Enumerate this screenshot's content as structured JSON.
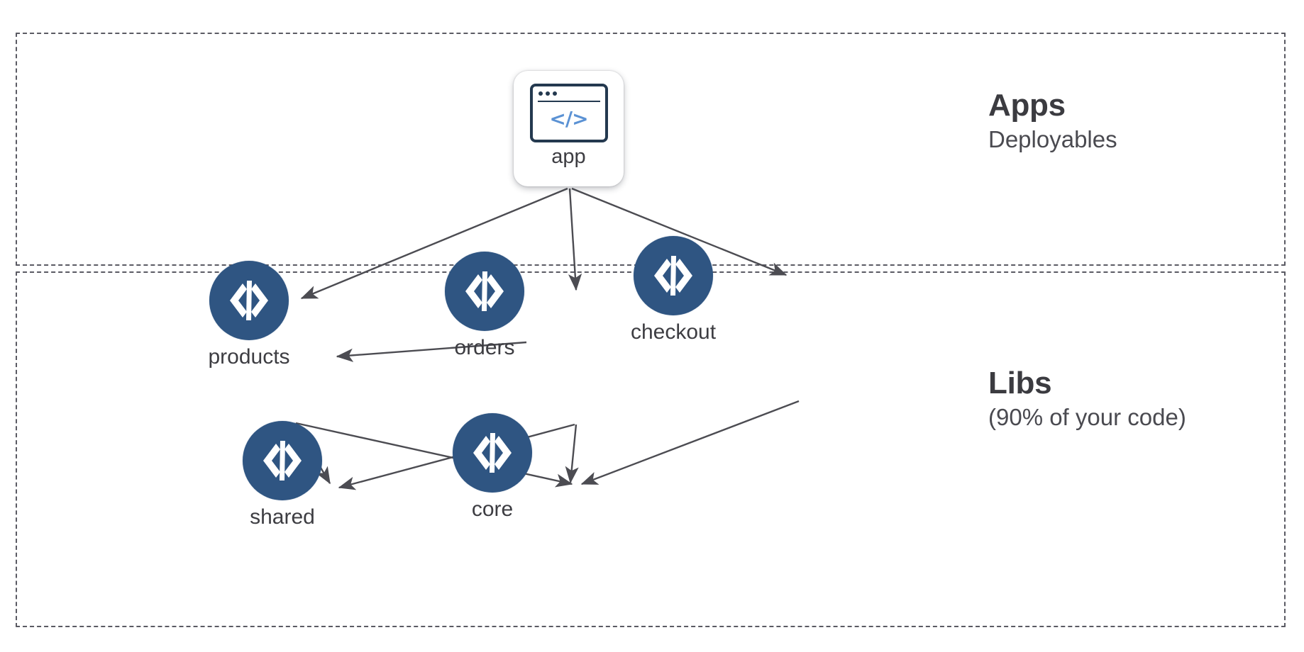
{
  "diagram": {
    "title": "Apps and Libs dependency graph",
    "colors": {
      "lib_node": "#2F5582",
      "app_code_glyph": "#5B92D4",
      "app_frame": "#24394F",
      "edge": "#4C4C52",
      "region_border": "#5A5A63",
      "text": "#3D3D42",
      "background": "#FFFFFF"
    }
  },
  "regions": [
    {
      "id": "apps",
      "title": "Apps",
      "subtitle": "Deployables"
    },
    {
      "id": "libs",
      "title": "Libs",
      "subtitle": "(90% of your code)"
    }
  ],
  "nodes": {
    "app": {
      "label": "app",
      "icon": "browser-code-icon",
      "type": "application"
    },
    "products": {
      "label": "products",
      "icon": "code-brackets-icon",
      "type": "library"
    },
    "orders": {
      "label": "orders",
      "icon": "code-brackets-icon",
      "type": "library"
    },
    "checkout": {
      "label": "checkout",
      "icon": "code-brackets-icon",
      "type": "library"
    },
    "shared": {
      "label": "shared",
      "icon": "code-brackets-icon",
      "type": "library"
    },
    "core": {
      "label": "core",
      "icon": "code-brackets-icon",
      "type": "library"
    }
  },
  "edges": [
    {
      "from": "app",
      "to": "products"
    },
    {
      "from": "app",
      "to": "orders"
    },
    {
      "from": "app",
      "to": "checkout"
    },
    {
      "from": "orders",
      "to": "products"
    },
    {
      "from": "products",
      "to": "shared"
    },
    {
      "from": "products",
      "to": "core"
    },
    {
      "from": "orders",
      "to": "shared"
    },
    {
      "from": "orders",
      "to": "core"
    },
    {
      "from": "checkout",
      "to": "core"
    }
  ]
}
